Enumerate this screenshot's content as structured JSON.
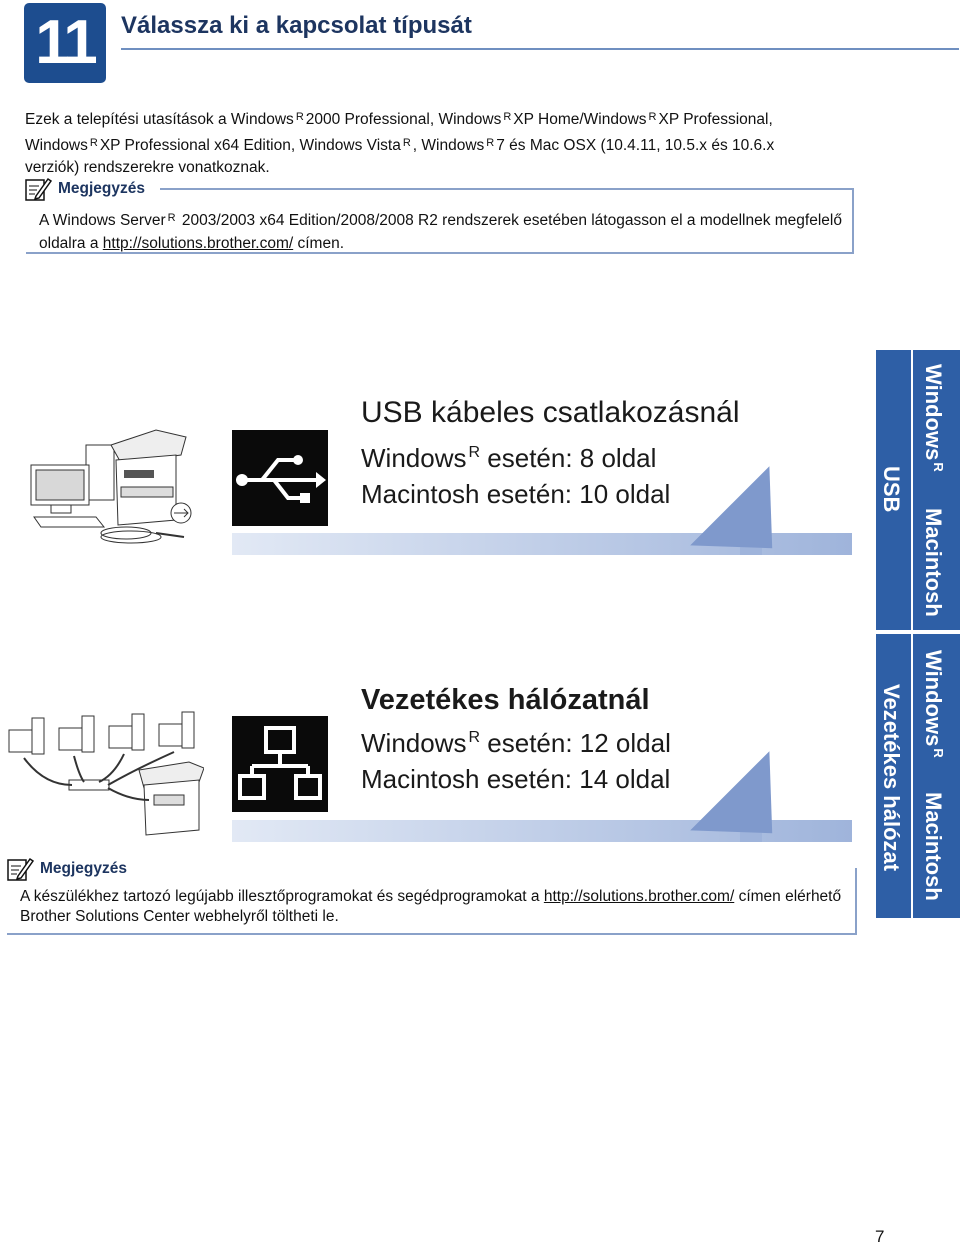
{
  "header": {
    "step_number": "11",
    "title": "Válassza ki a kapcsolat típusát"
  },
  "intro": {
    "line1_a": "Ezek a telepítési utasítások a Windows",
    "line1_b": "2000 Professional, Windows",
    "line1_c": "XP Home/Windows",
    "line1_d": "XP Professional,",
    "line2_a": "Windows",
    "line2_b": "XP Professional x64 Edition, Windows Vista",
    "line2_c": ", Windows",
    "line2_d": "7 és Mac OSX (10.4.11, 10.5.x és 10.6.x",
    "line3": "verziók) rendszerekre vonatkoznak."
  },
  "note1": {
    "label": "Megjegyzés",
    "text_a": "A Windows Server",
    "text_b": "2003/2003 x64 Edition/2008/2008 R2 rendszerek esetében látogasson el a modellnek megfelelő oldalra a",
    "link": "http://solutions.brother.com/",
    "text_c": "címen."
  },
  "registered": "R",
  "usb_section": {
    "title": "USB kábeles csatlakozásnál",
    "windows_label": "Windows",
    "windows_suffix": "esetén: 8 oldal",
    "mac_line": "Macintosh esetén: 10 oldal"
  },
  "network_section": {
    "title": "Vezetékes hálózatnál",
    "windows_label": "Windows",
    "windows_suffix": "esetén: 12 oldal",
    "mac_line": "Macintosh esetén: 14 oldal"
  },
  "side_tabs": {
    "usb": "USB",
    "usb_windows": "Windows",
    "usb_mac": "Macintosh",
    "network": "Vezetékes hálózat",
    "network_windows": "Windows",
    "network_mac": "Macintosh"
  },
  "note2": {
    "label": "Megjegyzés",
    "text_a": "A készülékhez tartozó legújabb illesztőprogramokat és segédprogramokat a",
    "link": "http://solutions.brother.com/",
    "text_b": "címen elérhető Brother Solutions Center webhelyről töltheti le."
  },
  "page_number": "7",
  "colors": {
    "accent": "#2e5fa6",
    "dark_accent": "#1d4d8f",
    "band": "#9fb4db"
  }
}
